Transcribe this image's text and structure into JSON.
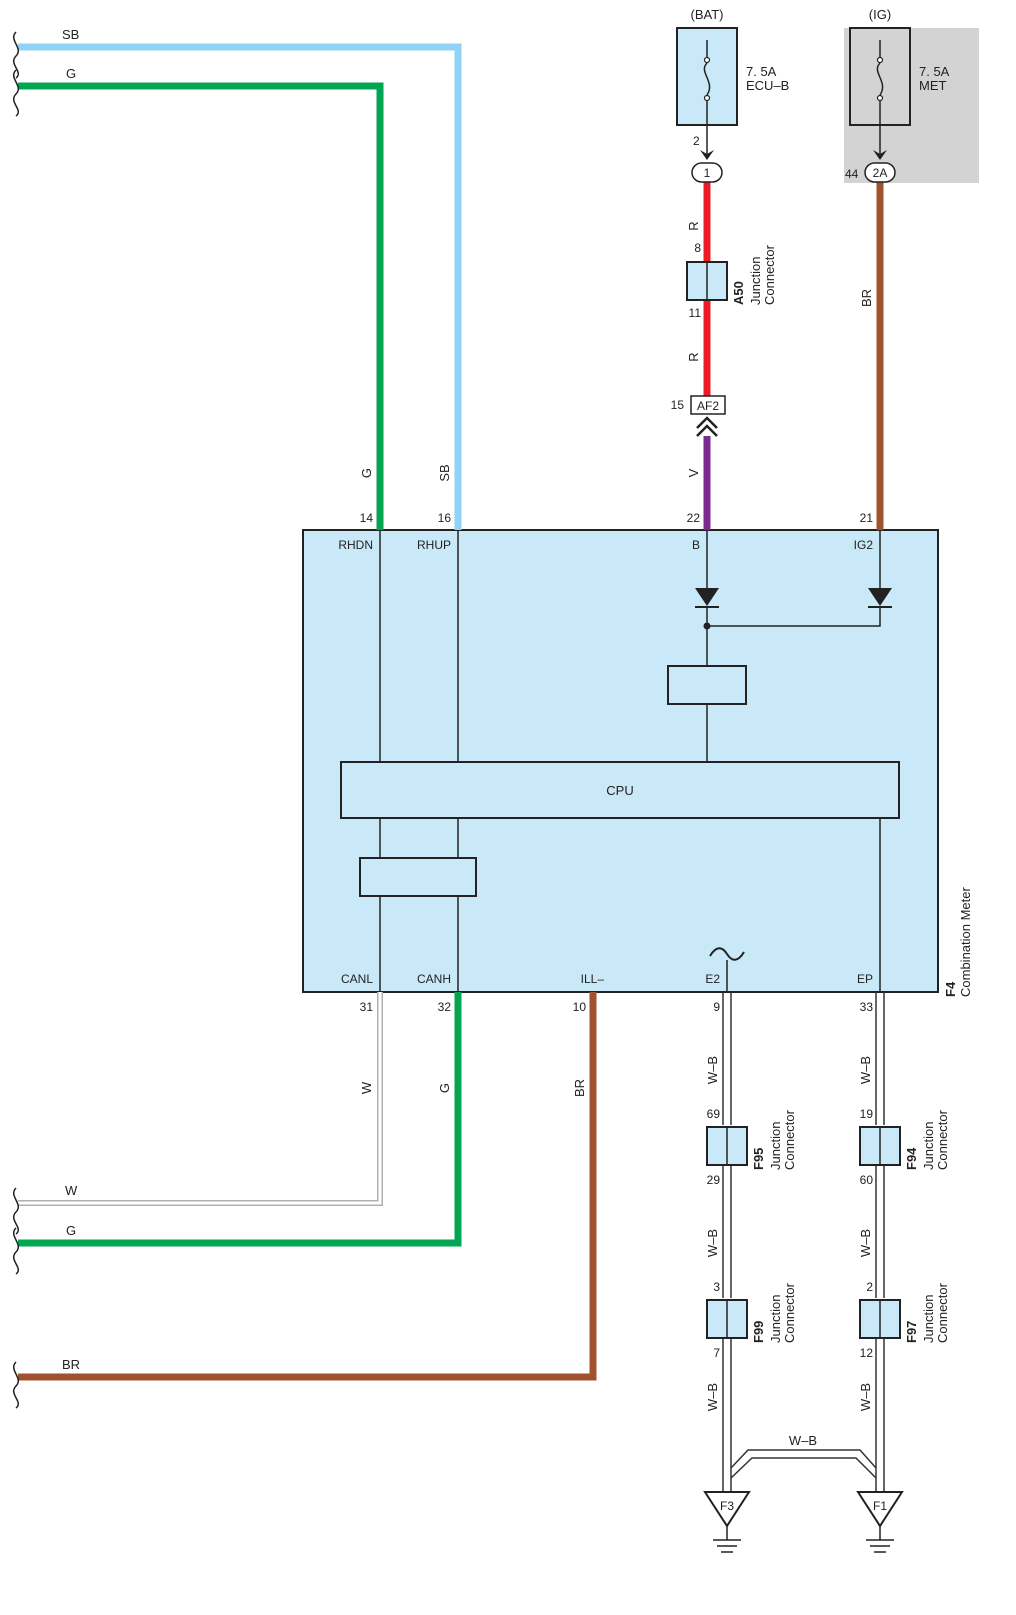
{
  "supplies": {
    "bat": {
      "label": "(BAT)",
      "fuse_amp": "7. 5A",
      "fuse_name": "ECU–B",
      "pin": "2",
      "conn": "1"
    },
    "ig": {
      "label": "(IG)",
      "fuse_amp": "7. 5A",
      "fuse_name": "MET",
      "pin": "44",
      "conn": "2A"
    }
  },
  "junctions": {
    "a50": {
      "id": "A50",
      "text1": "Junction",
      "text2": "Connector",
      "pin_top": "8",
      "pin_bot": "11"
    },
    "f95": {
      "id": "F95",
      "text1": "Junction",
      "text2": "Connector",
      "pin_top": "69",
      "pin_bot": "29"
    },
    "f99": {
      "id": "F99",
      "text1": "Junction",
      "text2": "Connector",
      "pin_top": "3",
      "pin_bot": "7"
    },
    "f94": {
      "id": "F94",
      "text1": "Junction",
      "text2": "Connector",
      "pin_top": "19",
      "pin_bot": "60"
    },
    "f97": {
      "id": "F97",
      "text1": "Junction",
      "text2": "Connector",
      "pin_top": "2",
      "pin_bot": "12"
    }
  },
  "af2": {
    "id": "AF2",
    "pin": "15"
  },
  "meter": {
    "id": "F4",
    "name": "Combination Meter",
    "cpu": "CPU",
    "top_pins": [
      {
        "name": "RHDN",
        "num": "14",
        "wire": "G"
      },
      {
        "name": "RHUP",
        "num": "16",
        "wire": "SB"
      },
      {
        "name": "B",
        "num": "22",
        "wire": "V"
      },
      {
        "name": "IG2",
        "num": "21",
        "wire": "BR"
      }
    ],
    "bottom_pins": [
      {
        "name": "CANL",
        "num": "31",
        "wire": "W"
      },
      {
        "name": "CANH",
        "num": "32",
        "wire": "G"
      },
      {
        "name": "ILL–",
        "num": "10",
        "wire": "BR"
      },
      {
        "name": "E2",
        "num": "9",
        "wire": "W–B"
      },
      {
        "name": "EP",
        "num": "33",
        "wire": "W–B"
      }
    ]
  },
  "wire_labels": {
    "sb": "SB",
    "g": "G",
    "r": "R",
    "br": "BR",
    "w": "W",
    "wb": "W–B",
    "wb_bridge": "W–B"
  },
  "grounds": {
    "f3": "F3",
    "f1": "F1"
  },
  "colors": {
    "sb": "#8fd4f5",
    "g": "#00a651",
    "r": "#ed1c24",
    "v": "#7b2a8e",
    "br": "#a0522d",
    "w": "#c8c8c8",
    "box": "#c9e9f9",
    "ig_bg": "#d3d3d3"
  }
}
